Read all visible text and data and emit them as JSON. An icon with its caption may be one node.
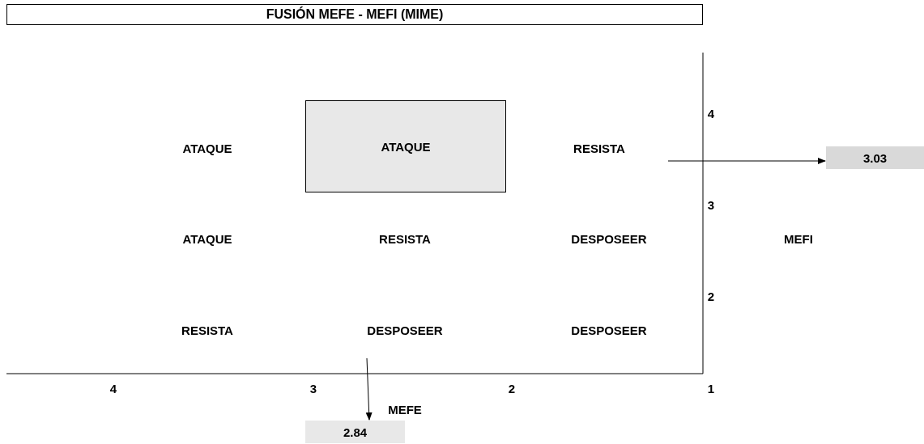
{
  "diagram": {
    "title": "FUSIÓN MEFE - MEFI (MIME)",
    "nodes": [
      {
        "text": [
          "ATAQUE"
        ]
      },
      {
        "text": [
          "3.03"
        ]
      },
      {
        "text": [
          "2.84"
        ]
      }
    ],
    "edges": [
      {
        "from": null,
        "to": 1,
        "arrow": "to"
      },
      {
        "from": null,
        "to": 2,
        "arrow": "to"
      }
    ],
    "labels": [
      "4",
      "ATAQUE",
      "RESISTA",
      "3",
      "ATAQUE",
      "RESISTA",
      "DESPOSEER",
      "MEFI",
      "2",
      "RESISTA",
      "DESPOSEER",
      "DESPOSEER",
      "4",
      "3",
      "2",
      "1",
      "MEFE"
    ]
  }
}
